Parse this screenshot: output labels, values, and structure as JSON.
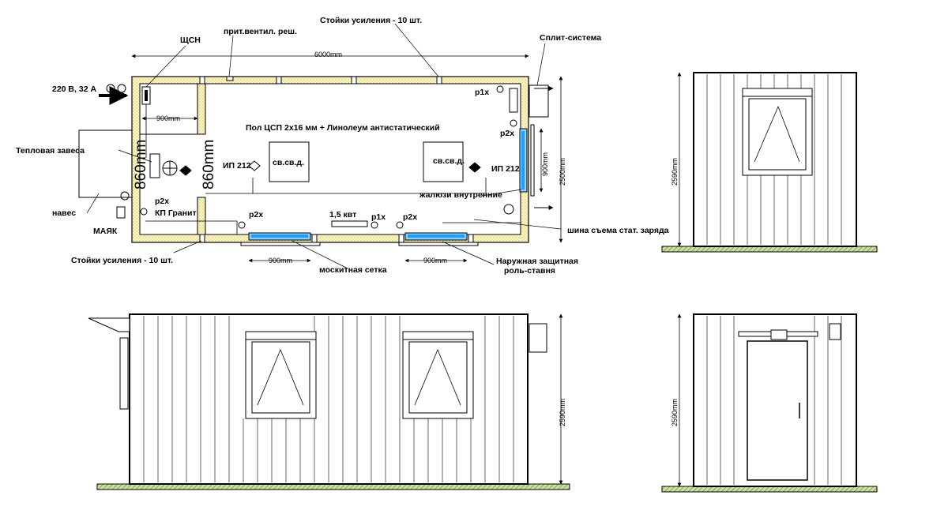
{
  "colors": {
    "line": "#000000",
    "wall_fill": "#fff7c0",
    "window_fill": "#1aa0ff",
    "ground_fill": "#c8e0a0",
    "accent_wall": "#8fd0ff"
  },
  "plan": {
    "title_floor": "Пол ЦСП 2х16 мм + Линолеум антистатический",
    "dim_length": "6000mm",
    "dim_width": "2500mm",
    "dim_window_right": "900mm",
    "dim_room_left": "900mm",
    "dim_window_bottom_1": "900mm",
    "dim_window_bottom_2": "900mm",
    "dim_vert_1": "860mm",
    "dim_vert_2": "860mm",
    "labels": {
      "stoiki_top": "Стойки усиления - 10 шт.",
      "stoiki_bottom": "Стойки усиления - 10 шт.",
      "shchsn": "ЩСН",
      "vent": "прит.вентил. реш.",
      "split": "Сплит-система",
      "power": "220 В, 32 А",
      "heat_curtain": "Тепловая завеса",
      "naves": "навес",
      "mayak": "МАЯК",
      "kp": "КП Гранит",
      "p2x_left": "p2x",
      "p2x_bottom_left": "p2x",
      "p2x_bottom_right": "p2x",
      "p2x_right": "p2x",
      "p1x_top": "p1x",
      "p1x_bottom": "p1x",
      "ip_left": "ИП 212",
      "ip_right": "ИП 212",
      "svsvd_left": "св.св.д.",
      "svsvd_right": "св.св.д.",
      "power_15": "1,5 квт",
      "jalousie": "жалюзи внутренние",
      "shina": "шина съема стат. заряда",
      "mesh": "москитная сетка",
      "rollet": "Наружная защитная\nроль-ставня"
    }
  },
  "elev_side_right": {
    "height": "2590mm"
  },
  "elev_front": {
    "height": "2590mm"
  },
  "elev_end": {
    "height": "2590mm"
  }
}
